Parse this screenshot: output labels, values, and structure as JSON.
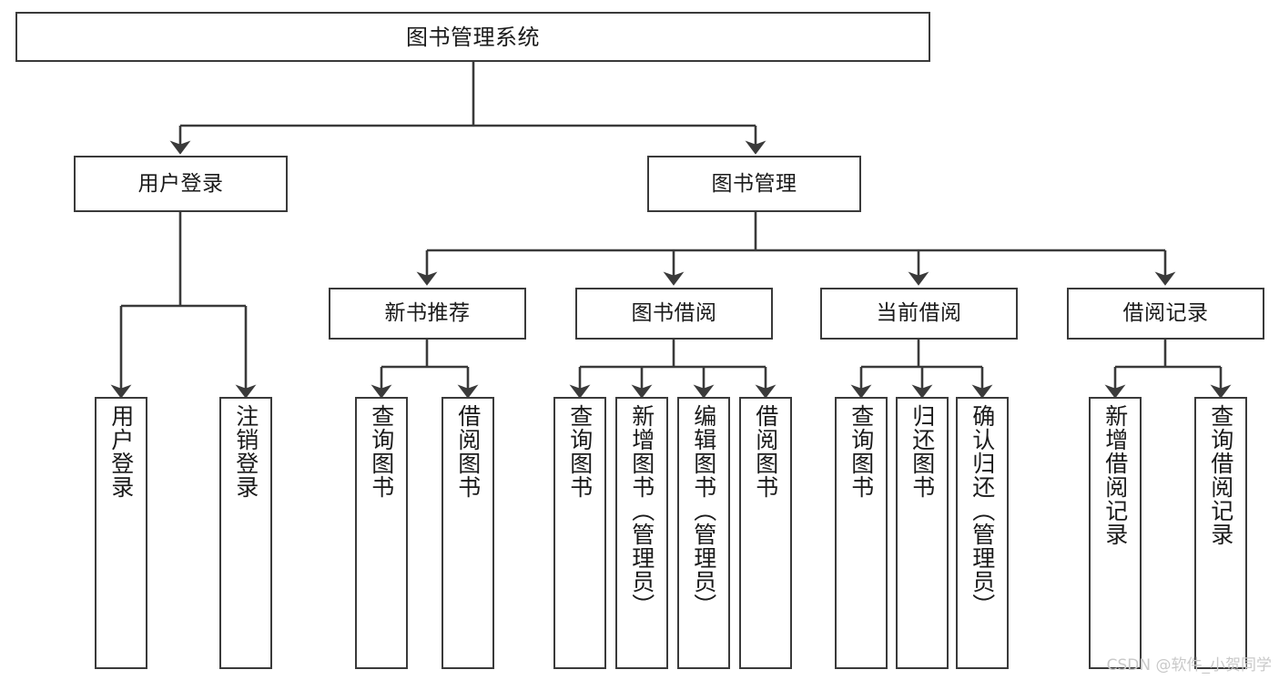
{
  "diagram": {
    "type": "tree-hierarchy-chart",
    "title": "图书管理系统",
    "orientation": "top-down",
    "line_color": "#3a3a3a",
    "box_fill": "#ffffff",
    "text_color": "#1a1a1a"
  },
  "root": {
    "label": "图书管理系统"
  },
  "level2": [
    {
      "label": "用户登录"
    },
    {
      "label": "图书管理"
    }
  ],
  "level3": [
    {
      "label": "新书推荐"
    },
    {
      "label": "图书借阅"
    },
    {
      "label": "当前借阅"
    },
    {
      "label": "借阅记录"
    }
  ],
  "leaves": {
    "user_login": [
      {
        "label": "用户登录"
      },
      {
        "label": "注销登录"
      }
    ],
    "new_book": [
      {
        "label": "查询图书"
      },
      {
        "label": "借阅图书"
      }
    ],
    "book_borrow": [
      {
        "label": "查询图书"
      },
      {
        "label": "新增图书（管理员）"
      },
      {
        "label": "编辑图书（管理员）"
      },
      {
        "label": "借阅图书"
      }
    ],
    "current_borrow": [
      {
        "label": "查询图书"
      },
      {
        "label": "归还图书"
      },
      {
        "label": "确认归还（管理员）"
      }
    ],
    "borrow_record": [
      {
        "label": "新增借阅记录"
      },
      {
        "label": "查询借阅记录"
      }
    ]
  },
  "watermark": {
    "text": "CSDN @软件_小贺同学"
  }
}
